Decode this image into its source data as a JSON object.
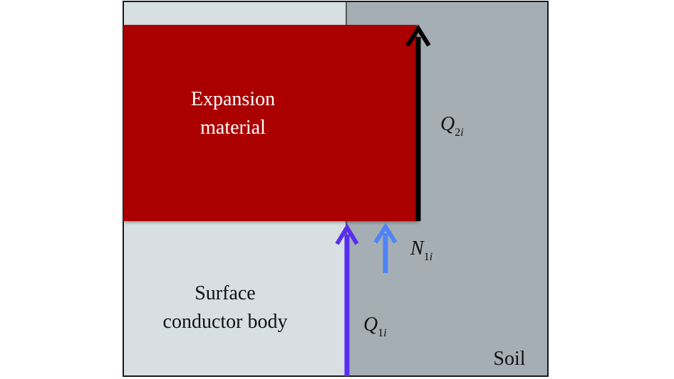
{
  "regions": {
    "conductor": {
      "label_line1": "Surface",
      "label_line2": "conductor body",
      "color": "#d8dfe2"
    },
    "soil": {
      "label": "Soil",
      "color": "#a5aeb4"
    },
    "expansion": {
      "label_line1": "Expansion",
      "label_line2": "material",
      "color": "#ab0000"
    }
  },
  "forces": {
    "q2": {
      "symbol": "Q",
      "subscript": "2",
      "index": "i",
      "color": "#000000"
    },
    "n1": {
      "symbol": "N",
      "subscript": "1",
      "index": "i",
      "color": "#4f83f7"
    },
    "q1": {
      "symbol": "Q",
      "subscript": "1",
      "index": "i",
      "color": "#5a2ef0"
    }
  },
  "border_color": "#1a1a1a"
}
